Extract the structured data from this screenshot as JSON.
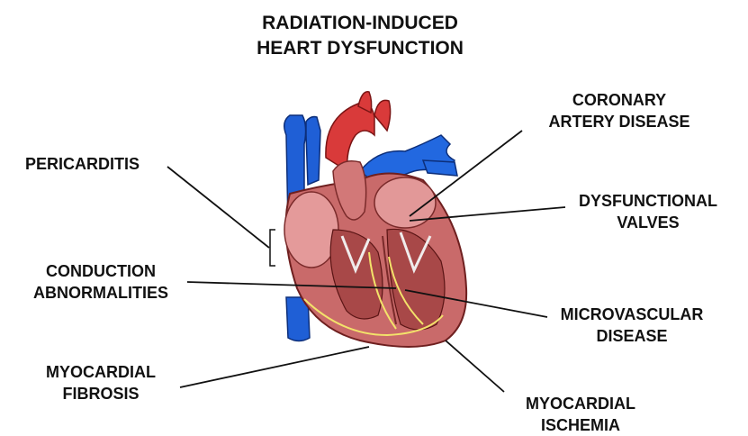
{
  "title": {
    "line1": "RADIATION-INDUCED",
    "line2": "HEART DYSFUNCTION"
  },
  "labels": {
    "pericarditis": "PERICARDITIS",
    "coronary": {
      "line1": "CORONARY",
      "line2": "ARTERY DISEASE"
    },
    "valves": {
      "line1": "DYSFUNCTIONAL",
      "line2": "VALVES"
    },
    "conduction": {
      "line1": "CONDUCTION",
      "line2": "ABNORMALITIES"
    },
    "microvascular": {
      "line1": "MICROVASCULAR",
      "line2": "DISEASE"
    },
    "fibrosis": {
      "line1": "MYOCARDIAL",
      "line2": "FIBROSIS"
    },
    "ischemia": {
      "line1": "MYOCARDIAL",
      "line2": "ISCHEMIA"
    }
  },
  "colors": {
    "vein_blue": "#1f5fd6",
    "artery_red": "#d93a3a",
    "myocardium": "#c96a6a",
    "chamber_pink": "#e9a3a3",
    "conduction_yellow": "#f3e36a",
    "leader_line": "#111111"
  }
}
